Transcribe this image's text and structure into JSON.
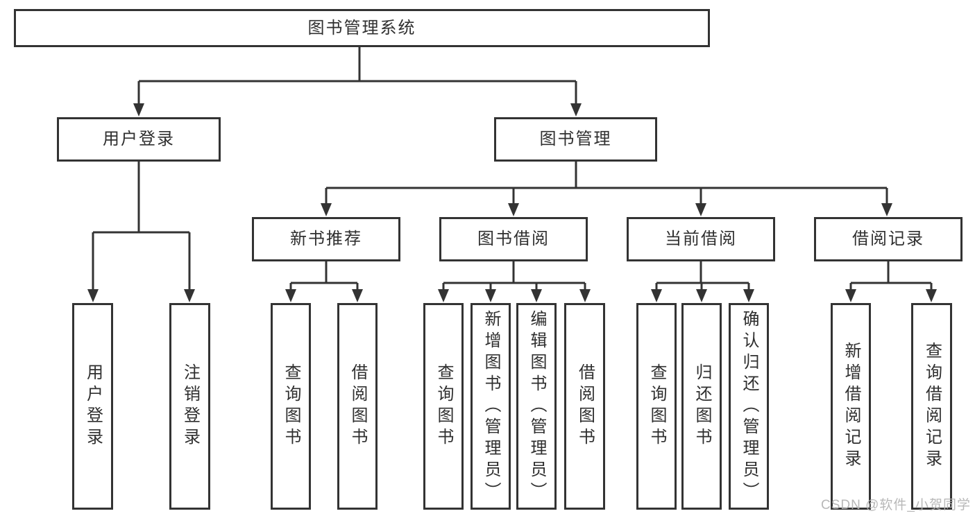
{
  "diagram": {
    "root": {
      "label": "图书管理系统"
    },
    "branches": [
      {
        "label": "用户登录",
        "children": [
          {
            "label": "用户登录"
          },
          {
            "label": "注销登录"
          }
        ]
      },
      {
        "label": "图书管理",
        "children": [
          {
            "label": "新书推荐",
            "children": [
              {
                "label": "查询图书"
              },
              {
                "label": "借阅图书"
              }
            ]
          },
          {
            "label": "图书借阅",
            "children": [
              {
                "label": "查询图书"
              },
              {
                "label": "新增图书（管理员）"
              },
              {
                "label": "编辑图书（管理员）"
              },
              {
                "label": "借阅图书"
              }
            ]
          },
          {
            "label": "当前借阅",
            "children": [
              {
                "label": "查询图书"
              },
              {
                "label": "归还图书"
              },
              {
                "label": "确认归还（管理员）"
              }
            ]
          },
          {
            "label": "借阅记录",
            "children": [
              {
                "label": "新增借阅记录"
              },
              {
                "label": "查询借阅记录"
              }
            ]
          }
        ]
      }
    ]
  },
  "watermark": {
    "text": "CSDN @软件_小贺同学"
  },
  "colors": {
    "line": "#333333",
    "text": "#2f2f2f",
    "watermark": "#b2b2b2",
    "background": "#ffffff"
  }
}
